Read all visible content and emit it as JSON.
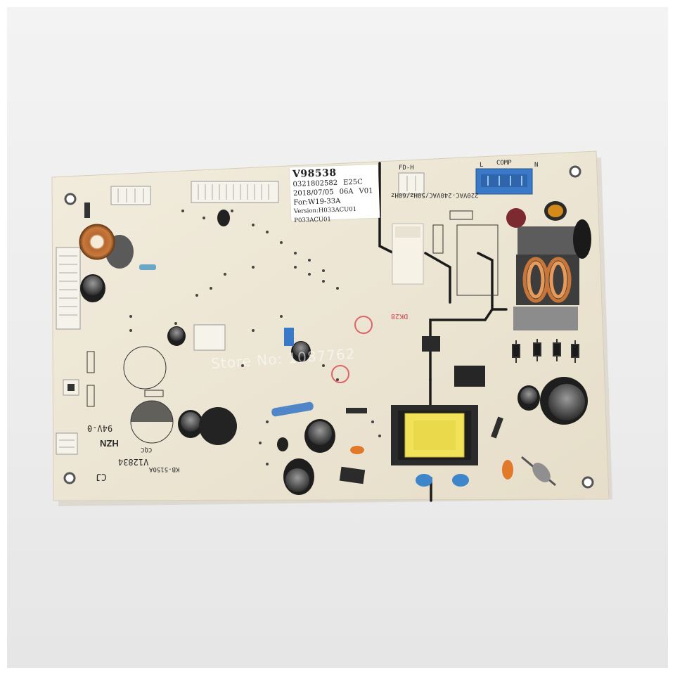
{
  "label": {
    "model": "V98538",
    "code": "0321802582",
    "rev": "E25C",
    "date": "2018/07/05",
    "current": "06A",
    "ver": "V01",
    "for_line": "For:W19-33A",
    "version_line": "Version:H033ACU01 P033ACU01"
  },
  "silkscreen": {
    "hzn": "HZN",
    "rating": "94V-0",
    "cert": "V12834",
    "board_code": "KB-5150A",
    "maker": "CJ",
    "ac_rating": "220VAC-240VAC/50Hz/60Hz",
    "fd_h": "FD-H",
    "comp": "COMP",
    "n1": "N",
    "l1": "L",
    "dk": "DK28",
    "cqc": "CQC"
  },
  "watermark": "Store No: 1087762",
  "colors": {
    "board": "#ede6d4",
    "trace": "#1b1b1b",
    "connector_blue": "#3a78c8",
    "transformer": "#f2e25a"
  }
}
